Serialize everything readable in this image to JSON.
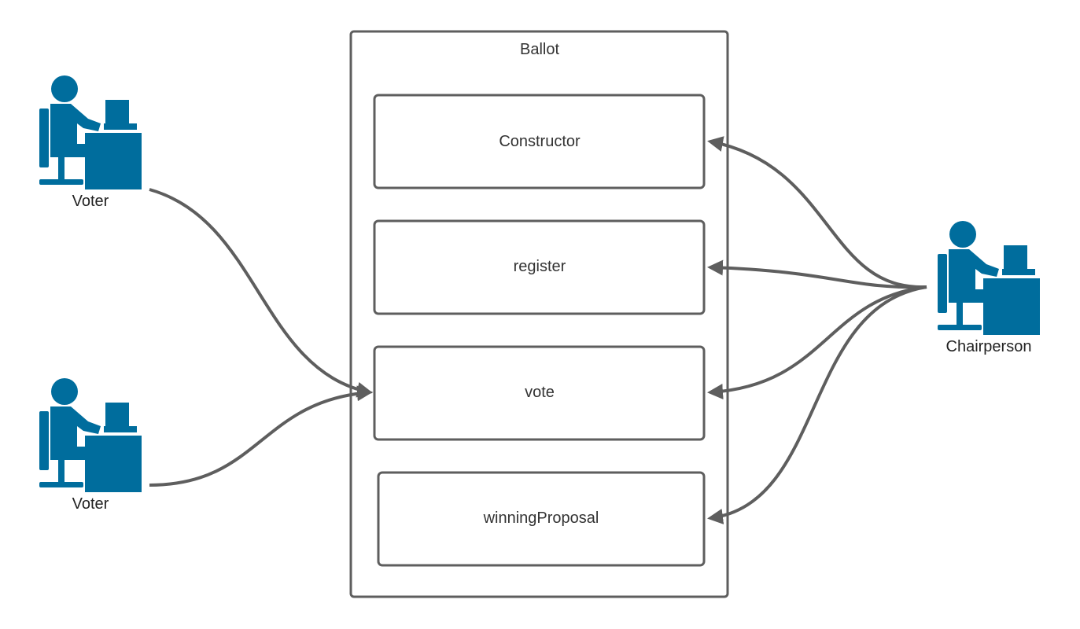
{
  "container": {
    "label": "Ballot"
  },
  "functions": [
    {
      "id": "constructor",
      "label": "Constructor"
    },
    {
      "id": "register",
      "label": "register"
    },
    {
      "id": "vote",
      "label": "vote"
    },
    {
      "id": "winning-proposal",
      "label": "winningProposal"
    }
  ],
  "actors": [
    {
      "id": "voter-1",
      "label": "Voter",
      "icon": "person-at-computer-icon"
    },
    {
      "id": "voter-2",
      "label": "Voter",
      "icon": "person-at-computer-icon"
    },
    {
      "id": "chairperson",
      "label": "Chairperson",
      "icon": "person-at-computer-icon"
    }
  ],
  "connections": [
    {
      "from": "voter-1",
      "to": "vote"
    },
    {
      "from": "voter-2",
      "to": "vote"
    },
    {
      "from": "chairperson",
      "to": "constructor"
    },
    {
      "from": "chairperson",
      "to": "register"
    },
    {
      "from": "chairperson",
      "to": "vote"
    },
    {
      "from": "chairperson",
      "to": "winning-proposal"
    }
  ],
  "colors": {
    "actor": "#006d9d",
    "stroke": "#5e5e5e",
    "text": "#333333"
  }
}
